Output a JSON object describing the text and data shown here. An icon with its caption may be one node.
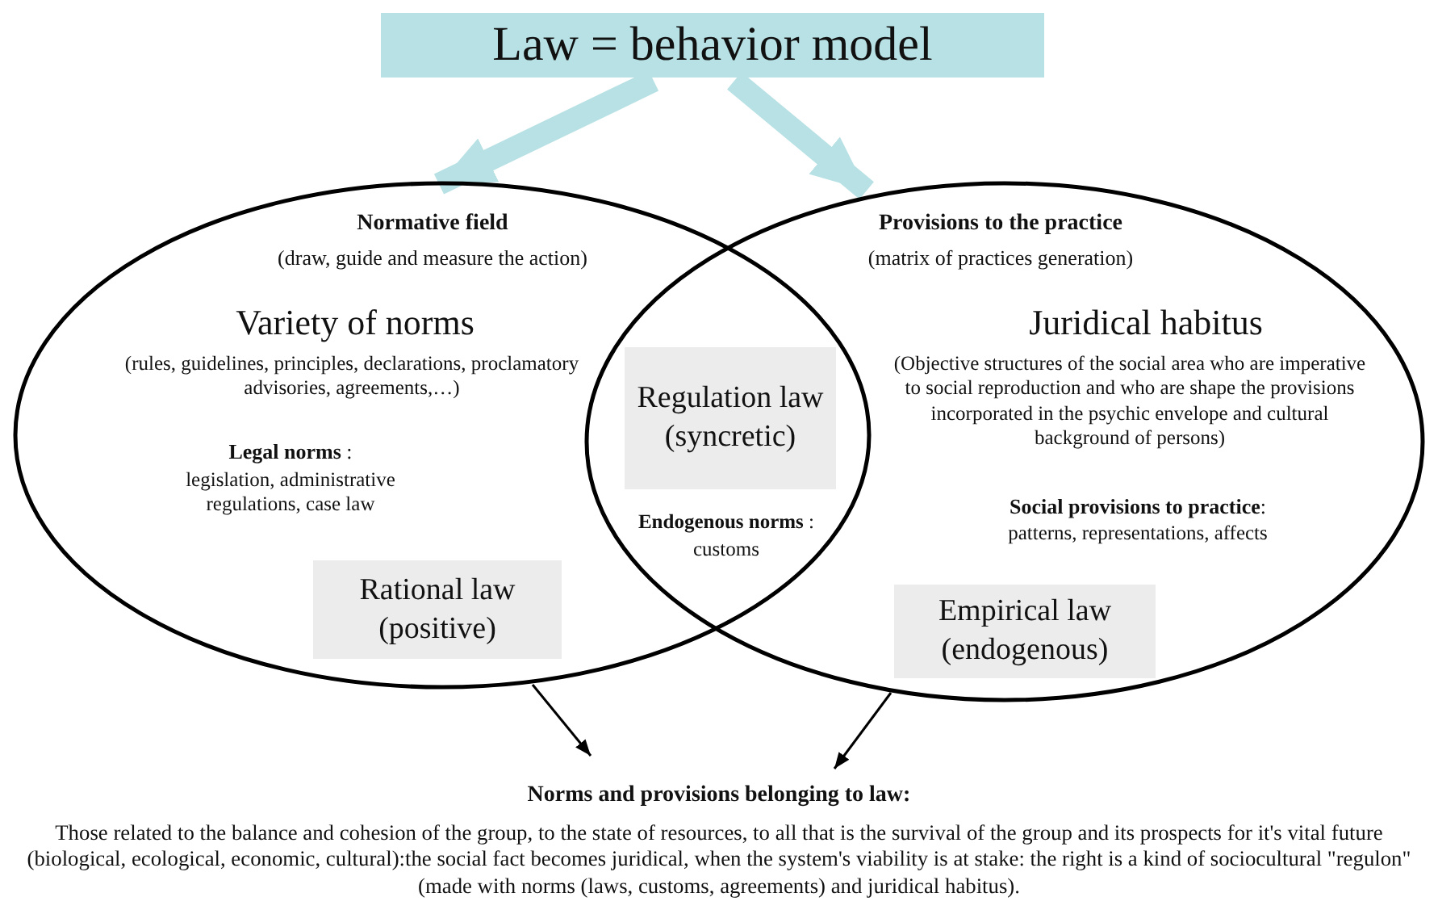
{
  "diagram": {
    "nodes": [
      {
        "text": [
          "Law = behavior model"
        ]
      },
      {
        "text": [
          "Normative field",
          "(draw, guide and measure the action)",
          "Variety of norms",
          "(rules, guidelines, principles, declarations, proclamatory advisories, agreements,…)",
          "**Legal norms** :",
          "legislation, administrative regulations, case law"
        ]
      },
      {
        "text": [
          "Provisions to the practice",
          "(matrix of practices generation)",
          "Juridical habitus",
          "(Objective structures of the social area who are imperative to social reproduction and who are shape the provisions incorporated in the psychic envelope and cultural background of persons)",
          "**Social provisions to practice**:",
          "patterns, representations, affects"
        ]
      },
      {
        "text": [
          "Regulation law (syncretic)"
        ]
      },
      {
        "text": [
          "Rational law (positive)"
        ],
        "in": 1
      },
      {
        "text": [
          "Empirical law (endogenous)"
        ],
        "in": 2
      },
      {
        "text": [
          "Norms and provisions belonging to law:",
          "Those related to the balance and cohesion of the group, to the state of resources, to all that is the survival of the group and its prospects for it's vital future (biological, ecological, economic, cultural):the social fact becomes juridical, when the system's viability is at stake: the right is a kind of  sociocultural \"regulon\" (made with norms (laws, customs, agreements) and juridical habitus)."
        ]
      }
    ],
    "edges": [
      {
        "from": 0,
        "to": 1,
        "arrow": "to",
        "style": "thick",
        "color": "#b7e1e4"
      },
      {
        "from": 0,
        "to": 2,
        "arrow": "to",
        "style": "thick",
        "color": "#b7e1e4"
      },
      {
        "from": 1,
        "to": 6,
        "arrow": "to",
        "color": "#000000"
      },
      {
        "from": 2,
        "to": 6,
        "arrow": "to",
        "color": "#000000"
      }
    ],
    "labels": [
      "**Endogenous norms** :",
      "customs"
    ]
  }
}
